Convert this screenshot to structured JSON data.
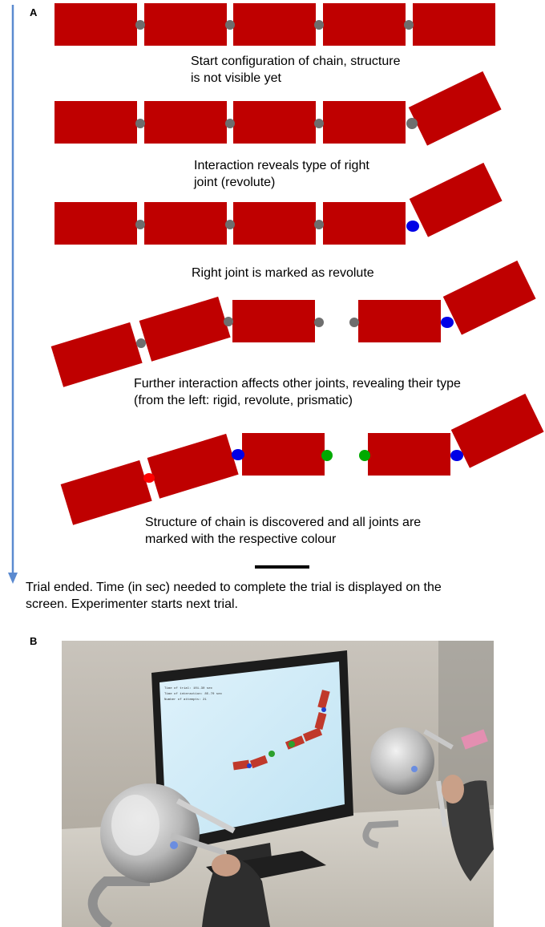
{
  "panel_a": {
    "label": "A",
    "captions": [
      "Start configuration of chain, structure\nis not visible yet",
      "Interaction reveals type of right\njoint (revolute)",
      "Right joint is marked as revolute",
      "Further interaction affects other joints, revealing their type\n(from the left: rigid, revolute, prismatic)",
      "Structure of chain is discovered and all joints are\nmarked with the respective colour",
      "Trial ended. Time (in sec) needed to complete the trial is displayed on the\nscreen. Experimenter starts next trial."
    ]
  },
  "panel_b": {
    "label": "B",
    "screen_text": [
      "Time of trial:      101.30 sec",
      "Time of interaction: 85.70 sec",
      "Number of attempts:  21"
    ]
  },
  "colors": {
    "block": "#bf0000",
    "joint_unknown": "#6e6e6e",
    "revolute": "#0000e6",
    "prismatic": "#00aa00",
    "rigid": "#ff0000",
    "arrow": "#5b8ad0"
  }
}
